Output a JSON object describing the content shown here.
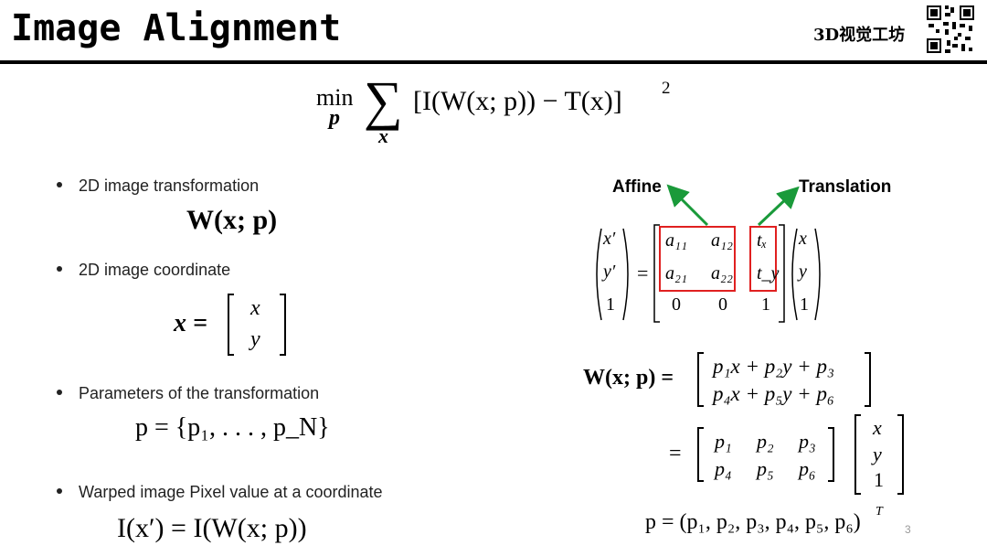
{
  "header": {
    "title": "Image Alignment",
    "brand": "3D视觉工坊"
  },
  "objective": {
    "min_label": "min",
    "min_subscript": "p",
    "sum_subscript": "x",
    "expression": "[I(W(x; p)) − T(x)]",
    "exponent": "2"
  },
  "bullets": [
    {
      "text": "2D image transformation",
      "formula": "W(x; p)"
    },
    {
      "text": "2D image coordinate",
      "formula_lhs": "x =",
      "vector": [
        "x",
        "y"
      ]
    },
    {
      "text": "Parameters of the transformation",
      "formula": "p = {p₁, . . . , p_N}"
    },
    {
      "text": "Warped image Pixel value at a coordinate",
      "formula": "I(x′) = I(W(x; p))"
    }
  ],
  "affine_diagram": {
    "label_affine": "Affine",
    "label_translation": "Translation",
    "lhs": [
      "x′",
      "y′",
      "1"
    ],
    "matrix": [
      [
        "a₁₁",
        "a₁₂",
        "tₓ"
      ],
      [
        "a₂₁",
        "a₂₂",
        "t_y"
      ],
      [
        "0",
        "0",
        "1"
      ]
    ],
    "rhs": [
      "x",
      "y",
      "1"
    ],
    "arrow_color": "#1a9a3a",
    "box_color": "#e02020"
  },
  "warp_equations": {
    "lhs": "W(x; p) =",
    "row1": "p₁x + p₂y + p₃",
    "row2": "p₄x + p₅y + p₆",
    "eq2": "=",
    "matrix": [
      [
        "p₁",
        "p₂",
        "p₃"
      ],
      [
        "p₄",
        "p₅",
        "p₆"
      ]
    ],
    "vector": [
      "x",
      "y",
      "1"
    ],
    "param_vector": "p = (p₁, p₂, p₃, p₄, p₅, p₆)",
    "param_superscript": "T"
  },
  "page_number": "3"
}
